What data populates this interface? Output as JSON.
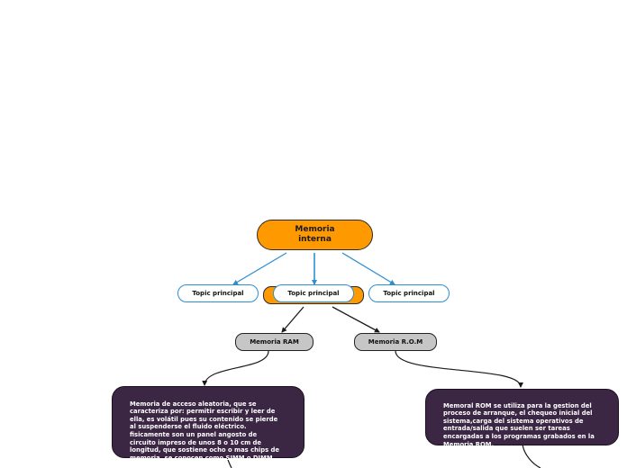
{
  "root": {
    "label": "Memoria\ninterna"
  },
  "topics": [
    {
      "label": "Topic principal"
    },
    {
      "label": "Topic principal"
    },
    {
      "label": "Topic principal"
    }
  ],
  "branches": [
    {
      "label": "Memoria RAM"
    },
    {
      "label": "Memoria R.O.M"
    }
  ],
  "descriptions": [
    {
      "text": "Memoria de acceso aleatoria, que se\ncaracteriza por: permitir escribir y leer de\nella, es volátil pues su contenido se pierde\nal suspenderse el fluido eléctrico.\nfisicamente son un panel angosto de\ncircuito impreso de unos 8 o 10 cm de\nlongitud, que sostiene ocho o mas chips de\nmemoria, se conocen como SIMM o DIMM"
    },
    {
      "text": "Memoral ROM se utiliza para la gestion del\nproceso de arranque, el chequeo inicial del\nsistema,carga del sistema operativos de\nentrada/salida que suelen ser tareas\nencargadas a los programas grabados en la\nMemoria ROM."
    }
  ],
  "colors": {
    "root": "#ff9900",
    "topic_border": "#2e8fd0",
    "branch": "#c6c6c6",
    "description": "#3b2643",
    "connector_blue": "#2e8fd0",
    "connector_dark": "#1a1a1a"
  }
}
